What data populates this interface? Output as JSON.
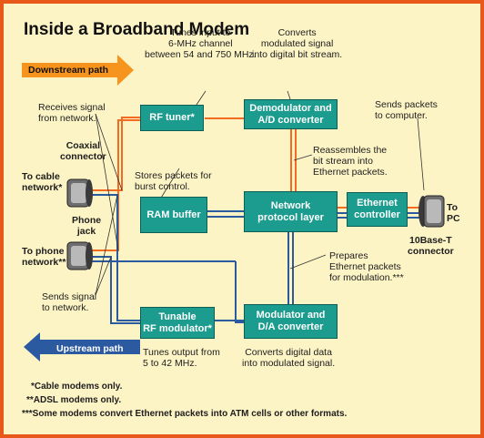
{
  "title": "Inside a Broadband Modem",
  "colors": {
    "frame": "#e8581b",
    "background": "#fdf4c6",
    "component_box": "#1b9c8e",
    "downstream": "#f26b21",
    "upstream": "#2c5aa0",
    "leader": "#333333"
  },
  "legend": {
    "downstream": "Downstream path",
    "upstream": "Upstream path"
  },
  "components": {
    "rf_tuner": "RF tuner*",
    "demodulator": "Demodulator and\nA/D converter",
    "ram_buffer": "RAM buffer",
    "network_protocol": "Network\nprotocol layer",
    "ethernet_controller": "Ethernet\ncontroller",
    "rf_modulator": "Tunable\nRF modulator*",
    "modulator": "Modulator and\nD/A converter"
  },
  "connectors": {
    "coaxial": "Coaxial\nconnector",
    "phone": "Phone\njack",
    "to_cable": "To cable\nnetwork*",
    "to_phone": "To phone\nnetwork**",
    "to_pc": "To\nPC",
    "tenbase": "10Base-T\nconnector"
  },
  "annotations": {
    "tuner": "Tunes input to\n6-MHz channel\nbetween 54 and 750 MHz.",
    "demod": "Converts\nmodulated signal\ninto digital bit stream.",
    "receives": "Receives signal\nfrom network.",
    "sends_packets": "Sends packets\nto computer.",
    "reassembles": "Reassembles the\nbit stream into\nEthernet packets.",
    "stores": "Stores packets for\nburst control.",
    "prepares": "Prepares\nEthernet packets\nfor modulation.***",
    "sends_signal": "Sends signal\nto network.",
    "tunes_output": "Tunes output from\n5 to 42 MHz.",
    "converts_digital": "Converts digital data\ninto modulated signal."
  },
  "footnotes": [
    "*Cable modems only.",
    "**ADSL modems only.",
    "***Some modems convert Ethernet packets into ATM cells or other formats."
  ]
}
